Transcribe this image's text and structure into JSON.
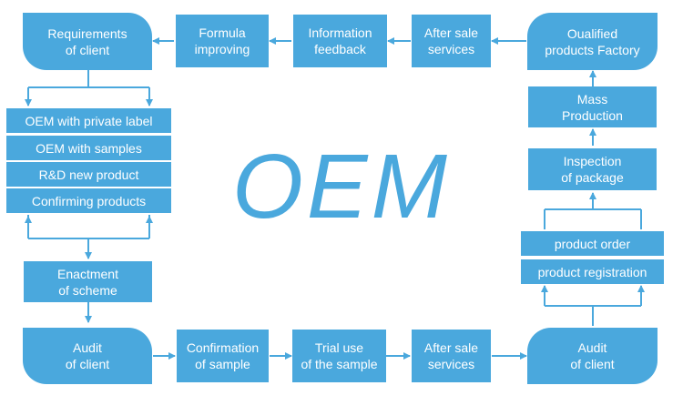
{
  "title": "OEM",
  "theme": {
    "node_color": "#4aa8dd",
    "arrow_color": "#4aa8dd",
    "text_color": "#ffffff"
  },
  "top_row": {
    "requirements": "Requirements\nof client",
    "formula": "Formula\nimproving",
    "information": "Information\nfeedback",
    "after_sale": "After sale\nservices",
    "qualified": "Oualified\nproducts Factory"
  },
  "left_column": {
    "options": [
      "OEM with private label",
      "OEM with samples",
      "R&D new product",
      "Confirming products"
    ],
    "enactment": "Enactment\nof scheme"
  },
  "right_column": {
    "mass_production": "Mass\nProduction",
    "inspection": "Inspection\nof package",
    "product_order": "product order",
    "product_registration": "product registration"
  },
  "bottom_row": {
    "audit_left": "Audit\nof  client",
    "confirmation": "Confirmation\nof sample",
    "trial": "Trial use\nof the sample",
    "after_sale": "After sale\nservices",
    "audit_right": "Audit\nof client"
  }
}
